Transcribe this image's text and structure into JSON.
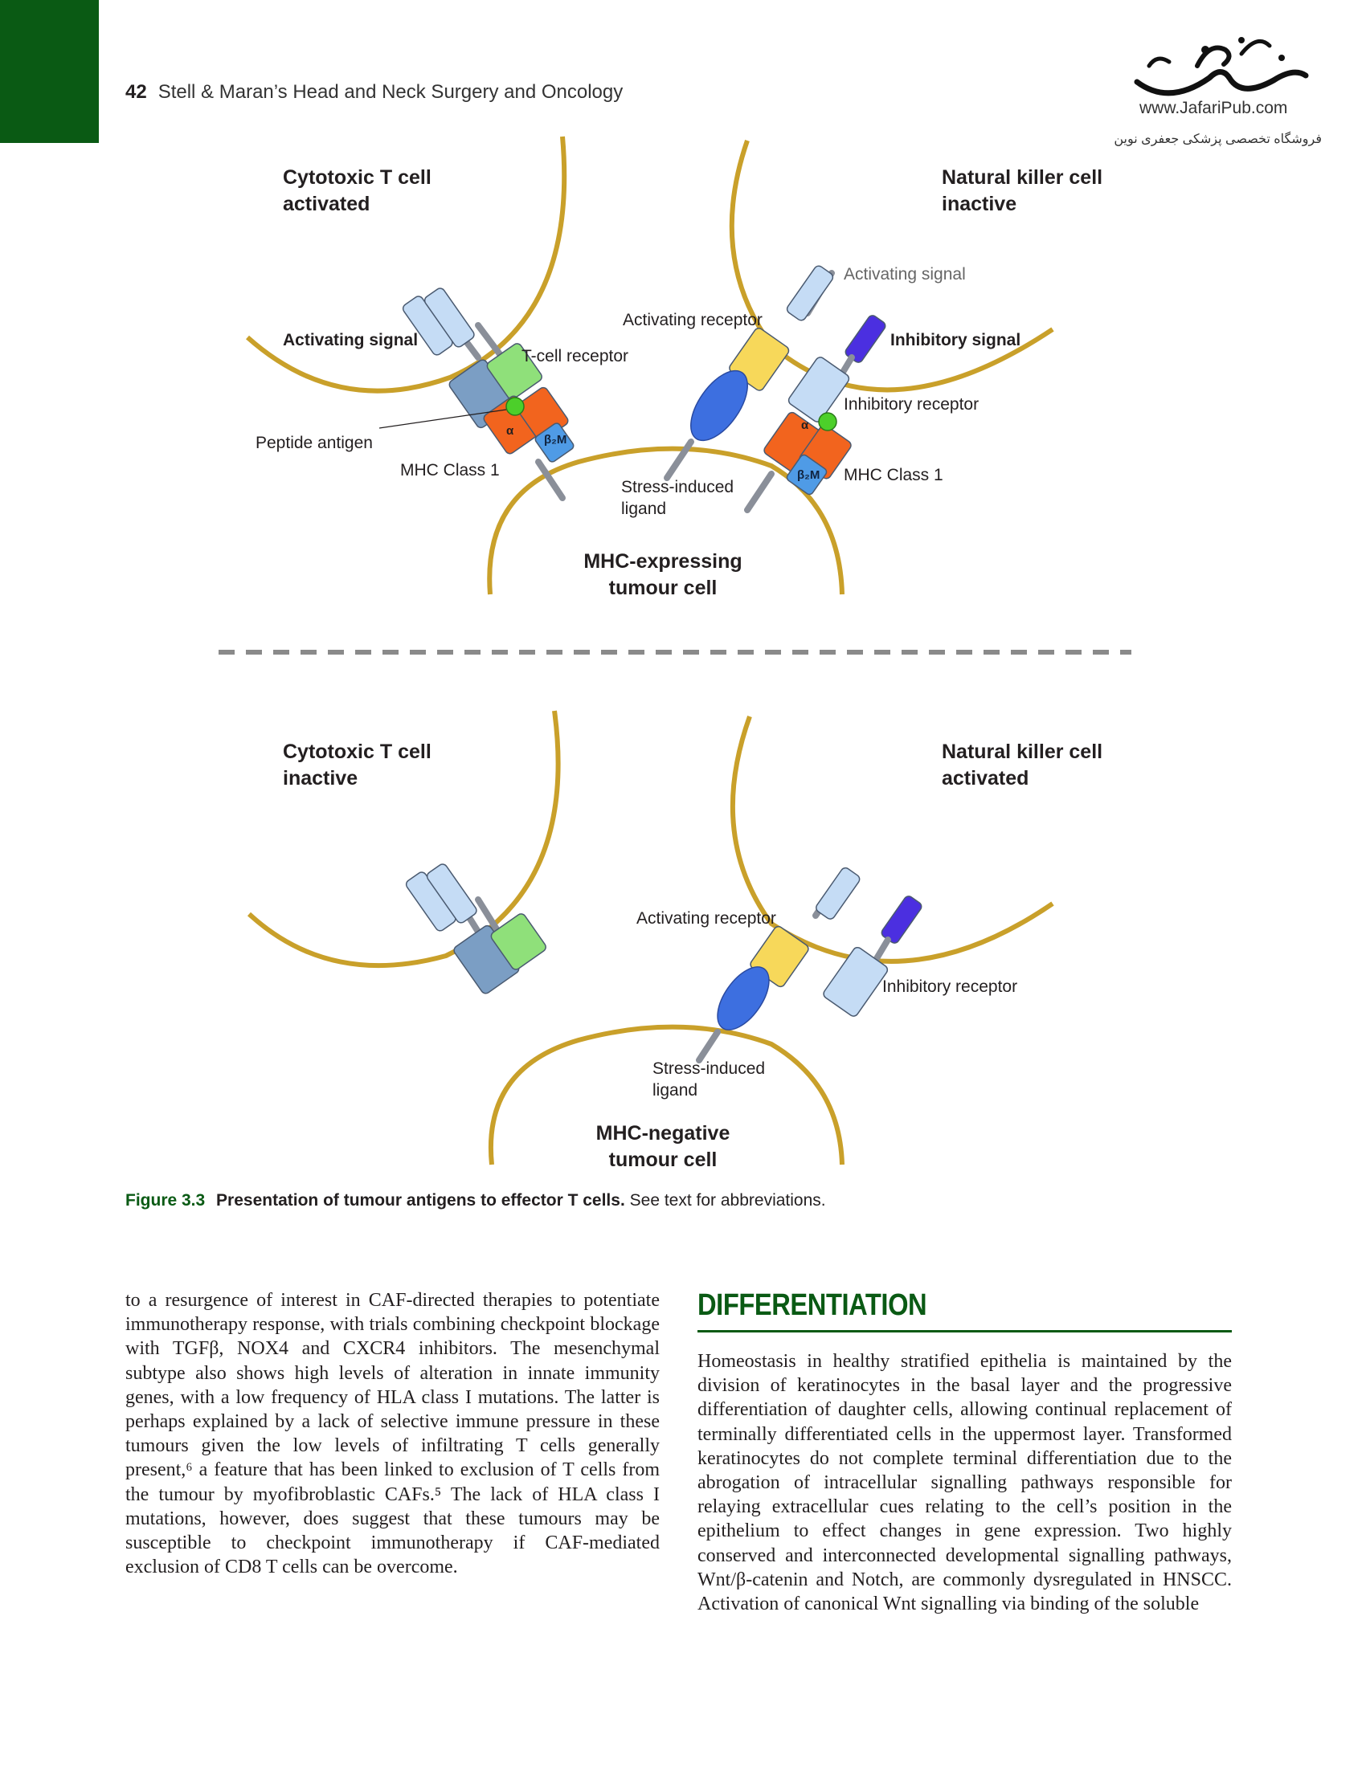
{
  "header": {
    "page_number": "42",
    "running_title": "Stell & Maran’s Head and Neck Surgery and Oncology"
  },
  "watermark": {
    "url": "www.JafariPub.com",
    "tagline": "فروشگاه تخصصی پزشکی جعفری نوین",
    "logo_text": "جعفری"
  },
  "figure": {
    "top_panel": {
      "t_cell_title": [
        "Cytotoxic T cell",
        "activated"
      ],
      "nk_cell_title": [
        "Natural killer cell",
        "inactive"
      ],
      "activating_signal_nk": "Activating signal",
      "activating_signal_t": "Activating signal",
      "t_cell_receptor": "T-cell receptor",
      "activating_receptor": "Activating receptor",
      "inhibitory_signal": "Inhibitory signal",
      "inhibitory_receptor": "Inhibitory receptor",
      "peptide_antigen": "Peptide antigen",
      "mhc_class_left": "MHC Class 1",
      "mhc_class_right": "MHC Class 1",
      "stress_ligand": [
        "Stress-induced",
        "ligand"
      ],
      "tumour_title": [
        "MHC-expressing",
        "tumour cell"
      ],
      "alpha": "α",
      "beta2m": "β₂M"
    },
    "bottom_panel": {
      "t_cell_title": [
        "Cytotoxic T cell",
        "inactive"
      ],
      "nk_cell_title": [
        "Natural killer cell",
        "activated"
      ],
      "activating_receptor": "Activating receptor",
      "inhibitory_receptor": "Inhibitory receptor",
      "stress_ligand": [
        "Stress-induced",
        "ligand"
      ],
      "tumour_title": [
        "MHC-negative",
        "tumour cell"
      ]
    }
  },
  "caption": {
    "figure_number": "Figure 3.3",
    "title": "Presentation of tumour antigens to effector T cells.",
    "note": "See text for abbreviations."
  },
  "left_column_text": "to a resurgence of interest in CAF-directed therapies to potentiate immunotherapy response, with trials combining checkpoint blockage with TGFβ, NOX4 and CXCR4 inhibitors. The mesenchymal subtype also shows high levels of alteration in innate immunity genes, with a low frequency of HLA class I mutations. The latter is perhaps explained by a lack of selective immune pressure in these tumours given the low levels of infiltrating T cells generally present,⁶ a feature that has been linked to exclusion of T cells from the tumour by myofibroblastic CAFs.⁵ The lack of HLA class I mutations, however, does suggest that these tumours may be susceptible to checkpoint immunotherapy if CAF-mediated exclusion of CD8 T cells can be overcome.",
  "section": {
    "heading": "DIFFERENTIATION",
    "text": "Homeostasis in healthy stratified epithelia is maintained by the division of keratinocytes in the basal layer and the progressive differentiation of daughter cells, allowing continual replacement of terminally differentiated cells in the uppermost layer. Transformed keratinocytes do not complete terminal differentiation due to the abrogation of intracellular signalling pathways responsible for relaying extracellular cues relating to the cell’s position in the epithelium to effect changes in gene expression. Two highly conserved and interconnected developmental signalling pathways, Wnt/β-catenin and Notch, are commonly dysregulated in HNSCC. Activation of canonical Wnt signalling via binding of the soluble"
  },
  "colors": {
    "accent_green": "#0a5a14",
    "membrane": "#c9a02a",
    "receptor_light_blue": "#c5dcf5",
    "receptor_slate": "#7b9ec4",
    "receptor_green": "#8fe07a",
    "mhc_orange": "#f2641e",
    "b2m_blue": "#4f9be6",
    "activating_yellow": "#f7d85a",
    "ligand_blue": "#3d6fe0",
    "inhibitory_purple": "#4b2fe0",
    "antigen_green": "#4ccf2a"
  }
}
